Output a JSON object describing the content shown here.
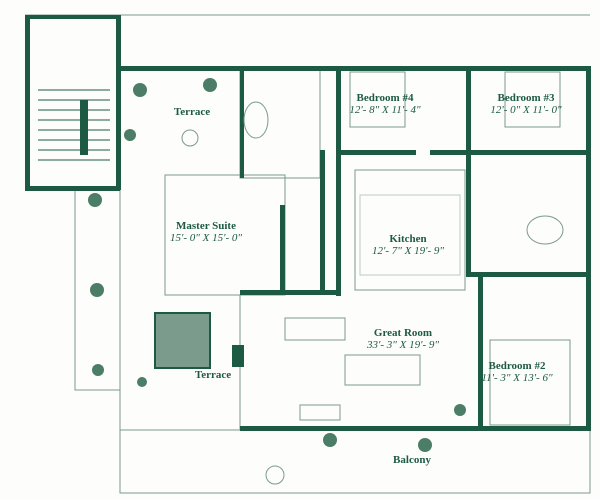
{
  "colors": {
    "wall": "#1d5a44",
    "detail": "#7a9a8c",
    "spa": "#7b9c8c",
    "background": "#fdfdfb"
  },
  "rooms": {
    "terrace_upper": {
      "name": "Terrace"
    },
    "bedroom4": {
      "name": "Bedroom #4",
      "dims": "12'- 8\" X 11'- 4\""
    },
    "bedroom3": {
      "name": "Bedroom #3",
      "dims": "12'- 0\" X 11'- 0\""
    },
    "master_suite": {
      "name": "Master Suite",
      "dims": "15'- 0\" X 15'- 0\""
    },
    "kitchen": {
      "name": "Kitchen",
      "dims": "12'- 7\" X 19'- 9\""
    },
    "great_room": {
      "name": "Great Room",
      "dims": "33'- 3\" X 19'- 9\""
    },
    "terrace_lower": {
      "name": "Terrace"
    },
    "bedroom2": {
      "name": "Bedroom #2",
      "dims": "11'- 3\" X 13'- 6\""
    },
    "balcony": {
      "name": "Balcony"
    }
  }
}
